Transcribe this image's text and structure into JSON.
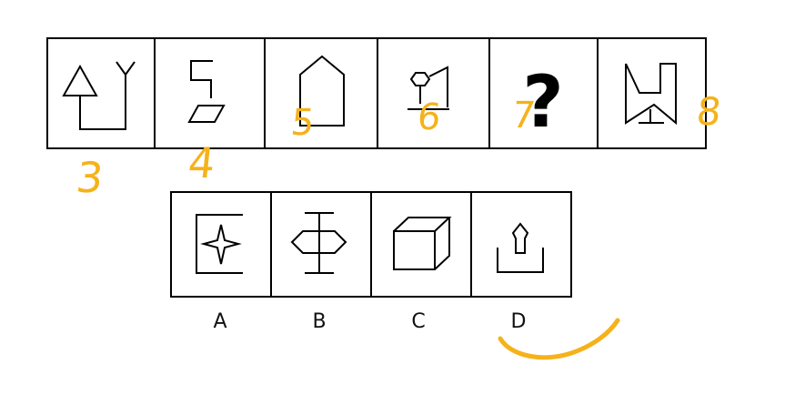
{
  "question_row": {
    "cells": [
      {
        "name": "cell-1"
      },
      {
        "name": "cell-2"
      },
      {
        "name": "cell-3"
      },
      {
        "name": "cell-4"
      },
      {
        "name": "cell-5",
        "mark": "?"
      },
      {
        "name": "cell-6"
      }
    ]
  },
  "options": [
    {
      "label": "A",
      "figure": "star-with-brackets"
    },
    {
      "label": "B",
      "figure": "hexagon-with-vertical-bar"
    },
    {
      "label": "C",
      "figure": "cube"
    },
    {
      "label": "D",
      "figure": "house-on-tray"
    }
  ],
  "annotations": {
    "color": "#f5b21a",
    "line_color": "#000000",
    "stroke_counts": [
      "3",
      "4",
      "5",
      "6",
      "7",
      "8"
    ]
  }
}
